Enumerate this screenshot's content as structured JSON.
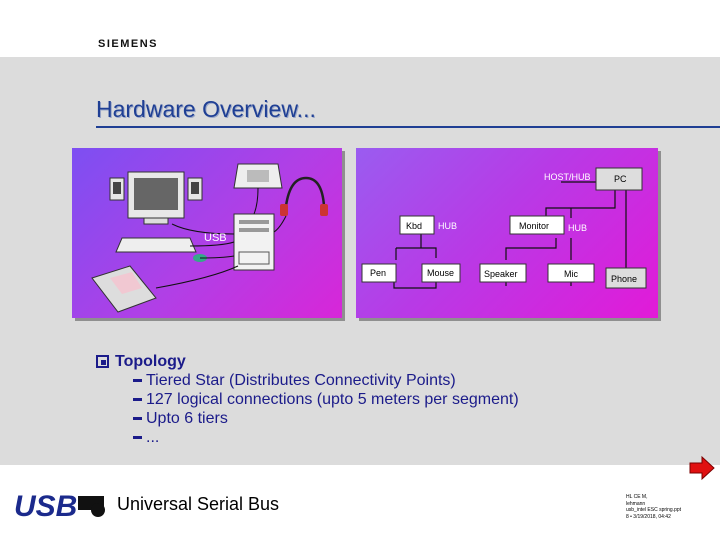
{
  "brand": "SIEMENS",
  "title": "Hardware Overview...",
  "diagram_left": {
    "usb_label": "USB"
  },
  "diagram_right": {
    "host_hub": "HOST/HUB",
    "pc": "PC",
    "kbd": "Kbd",
    "hub1": "HUB",
    "monitor": "Monitor",
    "hub2": "HUB",
    "pen": "Pen",
    "mouse": "Mouse",
    "speaker": "Speaker",
    "mic": "Mic",
    "phone": "Phone"
  },
  "bullets": {
    "heading": "Topology",
    "items": [
      "Tiered Star (Distributes Connectivity Points)",
      "127 logical connections (upto 5 meters per segment)",
      "Upto 6 tiers",
      "..."
    ]
  },
  "footer": {
    "logo_text": "USB",
    "title": "Universal Serial Bus",
    "note_lines": [
      "HL CE M,",
      "lehmann",
      "usb_intel ESC spring.ppt",
      "8  •  3/19/2018, 04:42"
    ]
  },
  "colors": {
    "title": "#1f3f94",
    "bullets": "#1b1b8a",
    "arrow": "#e01010"
  }
}
